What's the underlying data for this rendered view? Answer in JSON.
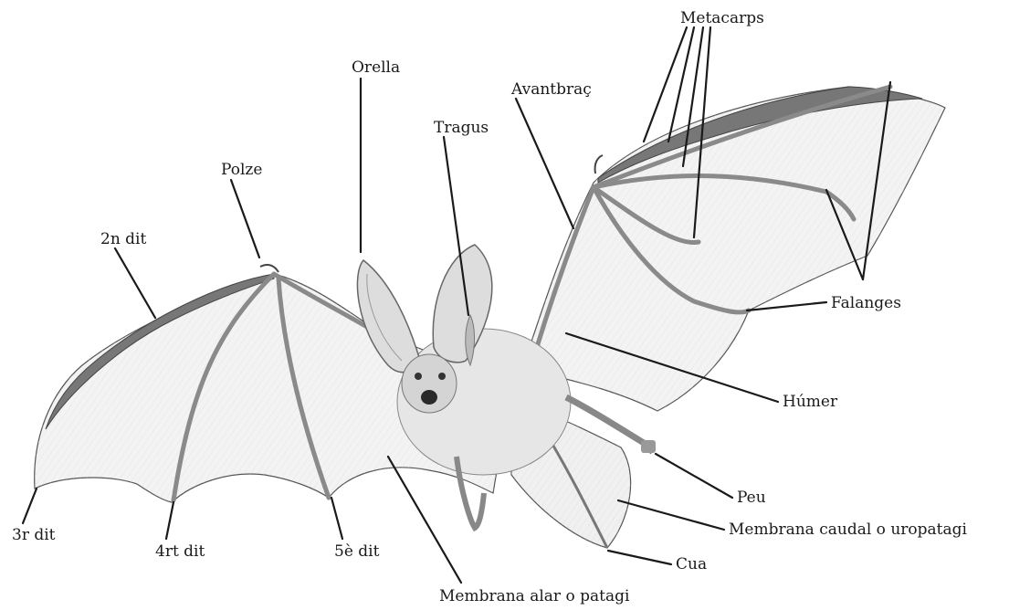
{
  "labels": {
    "metacarps": "Metacarps",
    "orella": "Orella",
    "avantbrac": "Avantbraç",
    "tragus": "Tragus",
    "polze": "Polze",
    "dit2": "2n dit",
    "falanges": "Falanges",
    "humer": "Húmer",
    "peu": "Peu",
    "membrana_caudal": "Membrana caudal o uropatagi",
    "cua": "Cua",
    "dit3": "3r dit",
    "dit4": "4rt dit",
    "dit5": "5è dit",
    "membrana_alar": "Membrana alar o patagi"
  },
  "colors": {
    "ink": "#1a1a1a",
    "membrane": "#f1f1f1",
    "bone": "#9a9a9a",
    "fur": "#e4e4e4"
  }
}
